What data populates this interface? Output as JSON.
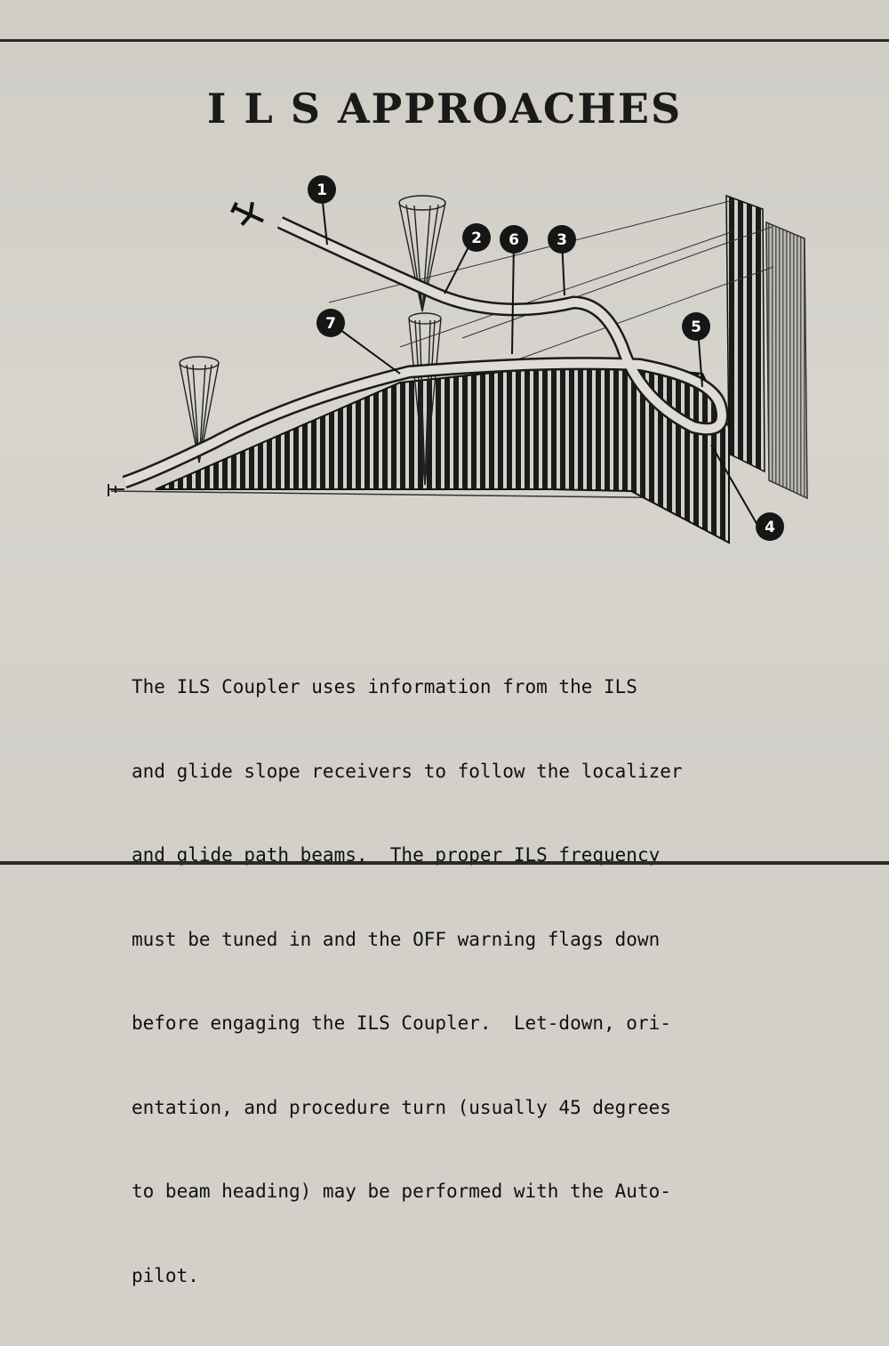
{
  "heading": {
    "title": "I L S APPROACHES"
  },
  "callouts": [
    "1",
    "2",
    "6",
    "3",
    "7",
    "5",
    "4"
  ],
  "caption": {
    "lines": [
      "The ILS Coupler uses information from the ILS",
      "and glide slope receivers to follow the localizer",
      "and glide path beams.  The proper ILS frequency",
      "must be tuned in and the OFF warning flags down",
      "before engaging the ILS Coupler.  Let-down, ori-",
      "entation, and procedure turn (usually 45 degrees",
      "to beam heading) may be performed with the Auto-",
      "pilot."
    ]
  },
  "colors": {
    "ink": "#161616",
    "paper": "#d3d1ca"
  }
}
